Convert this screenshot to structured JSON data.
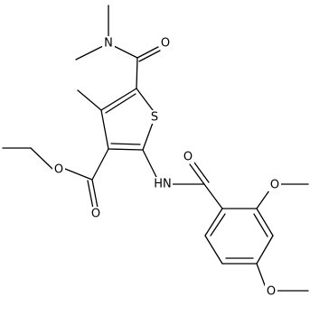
{
  "molecule": {
    "atom_labels": {
      "amide_n": "N",
      "carbonyl_o_top": "O",
      "sulfur": "S",
      "ester_o_double": "O",
      "ester_o_single": "O",
      "nh": "HN",
      "benzamide_o": "O",
      "methoxy_o_ortho": "O",
      "methoxy_o_para": "O"
    }
  },
  "colors": {
    "bond": "#000000",
    "text": "#000000",
    "background": "#ffffff"
  }
}
